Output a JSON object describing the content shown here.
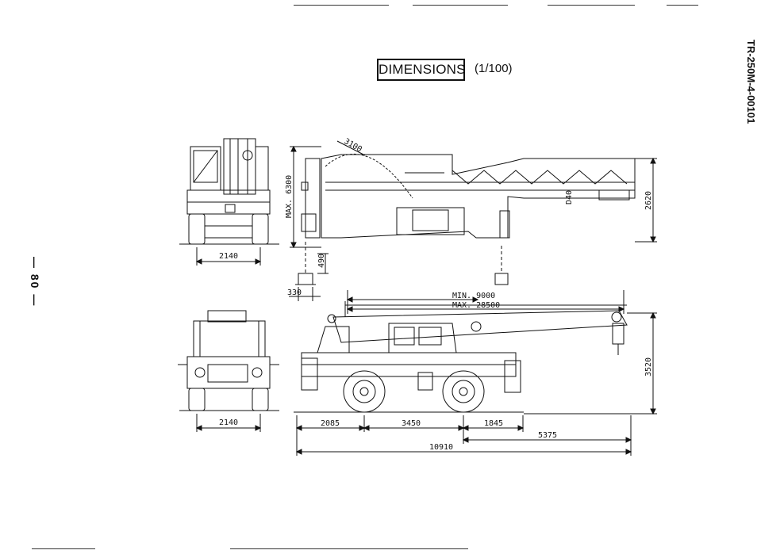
{
  "page": {
    "title": "DIMENSIONS",
    "scale": "(1/100)",
    "doc_code": "TR-250M-4-00101",
    "page_number": "— 80 —"
  },
  "dimensions": {
    "front_track_top": "2140",
    "front_track_bottom": "2140",
    "max_height": "MAX. 6300",
    "min_length": "MIN. 9000",
    "max_length": "MAX. 28500",
    "boom_offset": "3100",
    "boom_depth": "2620",
    "overall_height": "3520",
    "rear_overhang": "2085",
    "wheelbase": "3450",
    "front_overhang": "1845",
    "front_length": "5375",
    "overall_length": "10910",
    "outrigger_height": "490",
    "outrigger_width": "330",
    "boom_section": "D40"
  }
}
